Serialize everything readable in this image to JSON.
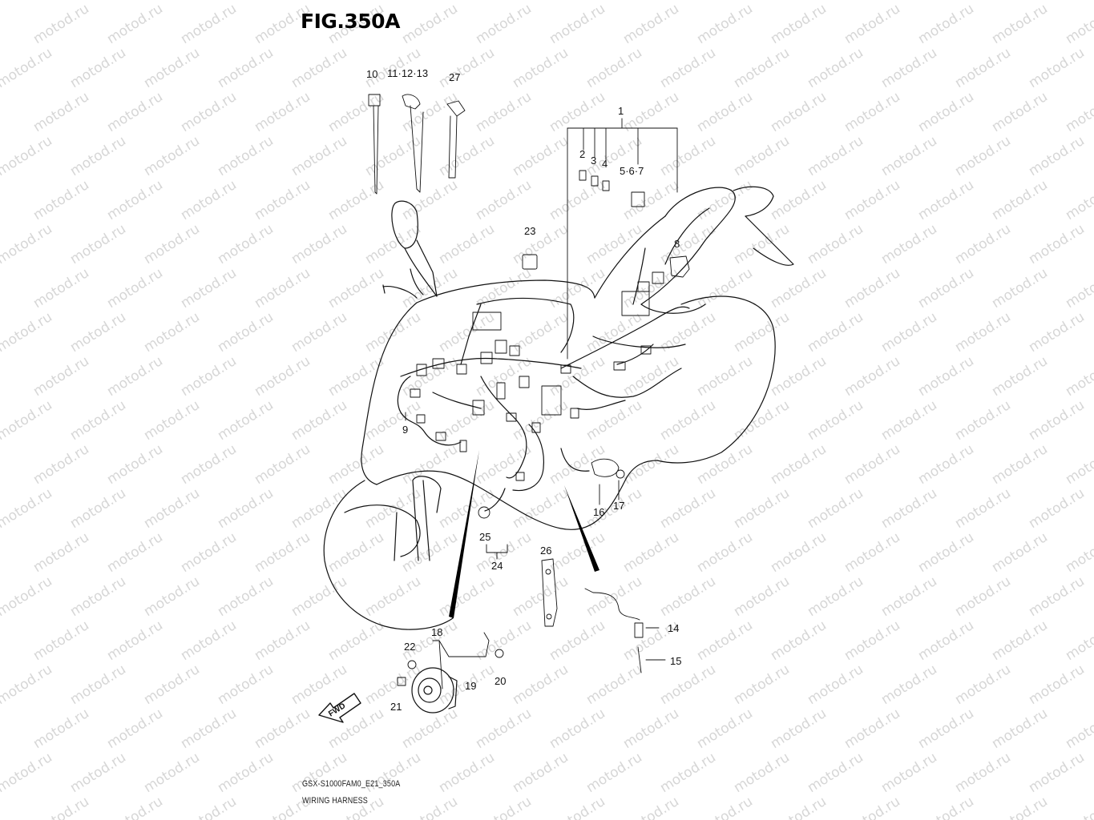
{
  "figure": {
    "title": "FIG.350A",
    "drawing_code": "GSX-S1000FAM0_E21_350A",
    "drawing_name": "WIRING HARNESS"
  },
  "direction_label": "FWD",
  "watermark": "motod.ru",
  "callouts": {
    "c1": "1",
    "c2": "2",
    "c3": "3",
    "c4": "4",
    "c5_6_7": "5·6·7",
    "c8": "8",
    "c9": "9",
    "c10": "10",
    "c11_12_13": "11·12·13",
    "c14": "14",
    "c15": "15",
    "c16": "16",
    "c17": "17",
    "c18": "18",
    "c19": "19",
    "c20": "20",
    "c21": "21",
    "c22": "22",
    "c23": "23",
    "c24": "24",
    "c25": "25",
    "c26": "26",
    "c27": "27"
  }
}
